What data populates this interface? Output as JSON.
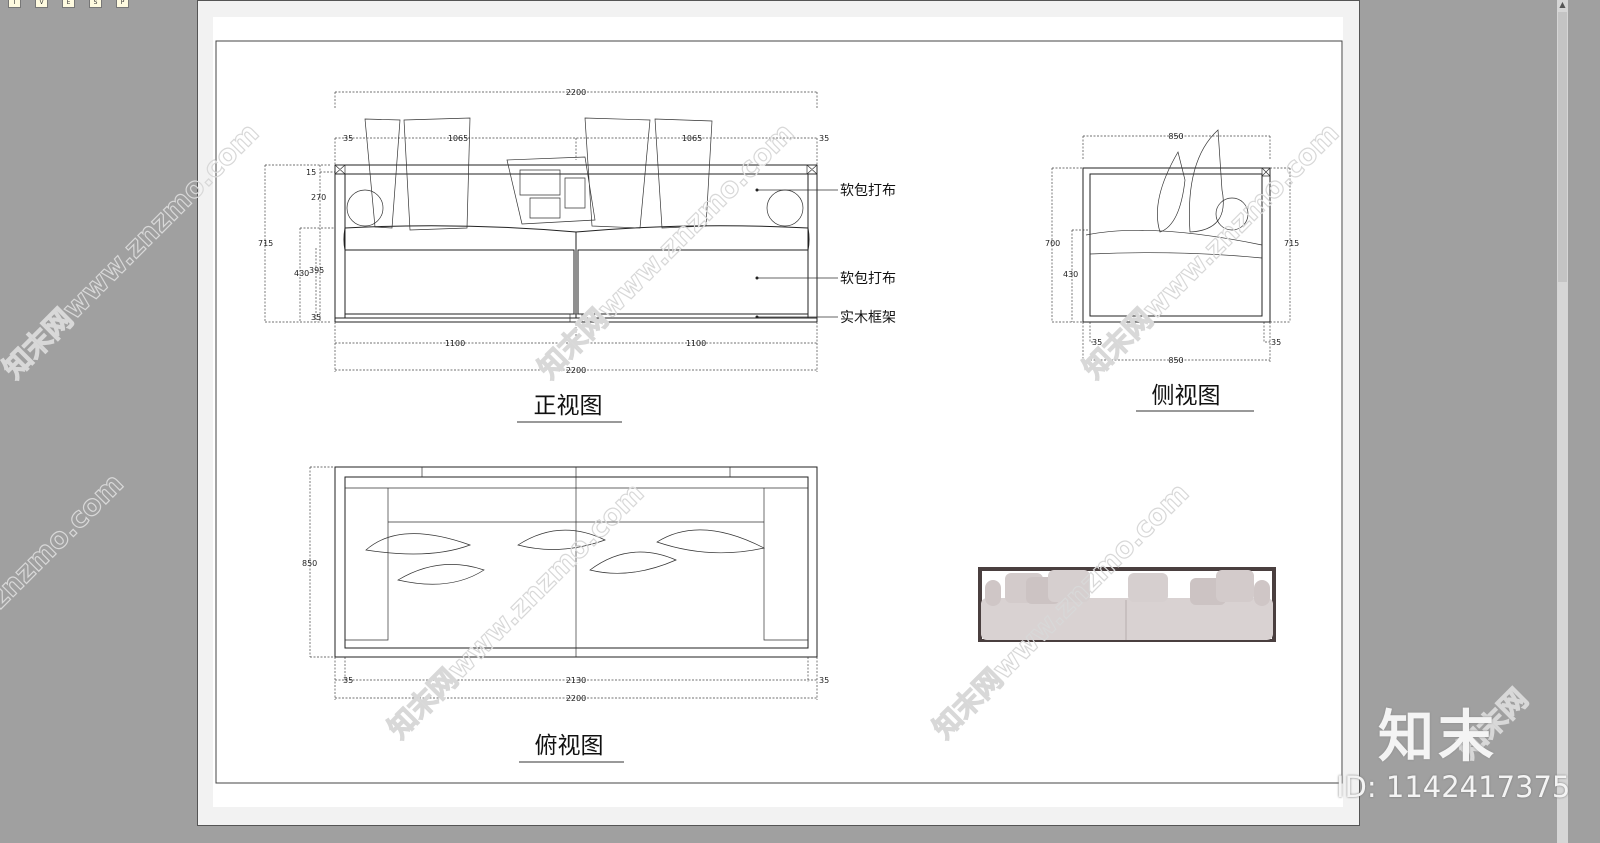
{
  "toolbar": {
    "buttons": [
      "T",
      "V",
      "E",
      "S",
      "P"
    ]
  },
  "front_view": {
    "title": "正视图",
    "dims": {
      "overall_top": "2200",
      "left_cushion": "1065",
      "right_cushion": "1065",
      "left_edge": "35",
      "right_edge": "35",
      "total_height": "715",
      "top_rail": "15",
      "back_height": "270",
      "seat_height": "430",
      "seat_cushion": "395",
      "base": "35",
      "left_seat": "1100",
      "right_seat": "1100",
      "overall_bottom": "2200"
    },
    "callouts": [
      "软包打布",
      "软包打布",
      "实木框架"
    ]
  },
  "side_view": {
    "title": "侧视图",
    "dims": {
      "top_depth": "850",
      "left_height": "700",
      "seat_height": "430",
      "right_height": "715",
      "left_edge": "35",
      "right_edge": "35",
      "bottom_depth": "850"
    }
  },
  "top_view": {
    "title": "俯视图",
    "dims": {
      "depth": "850",
      "left_edge": "35",
      "inner_width": "2130",
      "right_edge": "35",
      "overall": "2200"
    }
  },
  "photo": {
    "fabric_color": "#d9d2d2",
    "frame_color": "#4a3f3f"
  },
  "watermark": {
    "text": "知末网www.znzmo.com",
    "logo": "知末",
    "id": "ID: 1142417375"
  }
}
